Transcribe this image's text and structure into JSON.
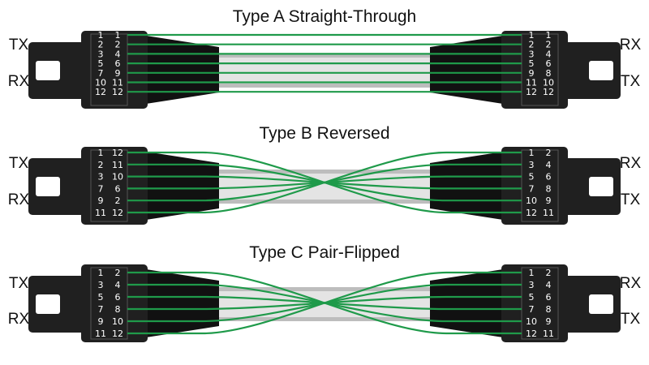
{
  "colors": {
    "fiber": "#1f9a4a",
    "connector_body": "#202020",
    "connector_dark": "#111111",
    "ribbon_light": "#e4e4e4",
    "ribbon_dark": "#bdbdbd",
    "window": "#ffffff",
    "text": "#111111"
  },
  "diagrams": [
    {
      "title": "Type A Straight-Through",
      "left_labels": [
        "TX",
        "RX"
      ],
      "right_labels": [
        "RX",
        "TX"
      ],
      "left_pins": [
        [
          "1",
          "1"
        ],
        [
          "2",
          "2"
        ],
        [
          "3",
          "4"
        ],
        [
          "5",
          "6"
        ],
        [
          "7",
          "9"
        ],
        [
          "10",
          "11"
        ],
        [
          "12",
          "12"
        ]
      ],
      "right_pins": [
        [
          "1",
          "1"
        ],
        [
          "2",
          "2"
        ],
        [
          "3",
          "4"
        ],
        [
          "5",
          "6"
        ],
        [
          "9",
          "8"
        ],
        [
          "11",
          "10"
        ],
        [
          "12",
          "12"
        ]
      ],
      "connections": [
        [
          0,
          0
        ],
        [
          1,
          1
        ],
        [
          2,
          2
        ],
        [
          3,
          3
        ],
        [
          4,
          4
        ],
        [
          5,
          5
        ],
        [
          6,
          6
        ]
      ]
    },
    {
      "title": "Type B Reversed",
      "left_labels": [
        "TX",
        "RX"
      ],
      "right_labels": [
        "RX",
        "TX"
      ],
      "left_pins": [
        [
          "1",
          "12"
        ],
        [
          "2",
          "11"
        ],
        [
          "3",
          "10"
        ],
        [
          "7",
          "6"
        ],
        [
          "9",
          "2"
        ],
        [
          "11",
          "12"
        ]
      ],
      "right_pins": [
        [
          "1",
          "2"
        ],
        [
          "3",
          "4"
        ],
        [
          "5",
          "6"
        ],
        [
          "7",
          "8"
        ],
        [
          "10",
          "9"
        ],
        [
          "12",
          "11"
        ]
      ],
      "connections": [
        [
          0,
          5
        ],
        [
          1,
          4
        ],
        [
          2,
          3
        ],
        [
          3,
          2
        ],
        [
          4,
          1
        ],
        [
          5,
          0
        ]
      ]
    },
    {
      "title": "Type C Pair-Flipped",
      "left_labels": [
        "TX",
        "RX"
      ],
      "right_labels": [
        "RX",
        "TX"
      ],
      "left_pins": [
        [
          "1",
          "2"
        ],
        [
          "3",
          "4"
        ],
        [
          "5",
          "6"
        ],
        [
          "7",
          "8"
        ],
        [
          "9",
          "10"
        ],
        [
          "11",
          "12"
        ]
      ],
      "right_pins": [
        [
          "1",
          "2"
        ],
        [
          "3",
          "4"
        ],
        [
          "5",
          "6"
        ],
        [
          "7",
          "8"
        ],
        [
          "10",
          "9"
        ],
        [
          "12",
          "11"
        ]
      ],
      "connections": [
        [
          0,
          5
        ],
        [
          1,
          4
        ],
        [
          2,
          3
        ],
        [
          3,
          2
        ],
        [
          4,
          1
        ],
        [
          5,
          0
        ]
      ]
    }
  ]
}
